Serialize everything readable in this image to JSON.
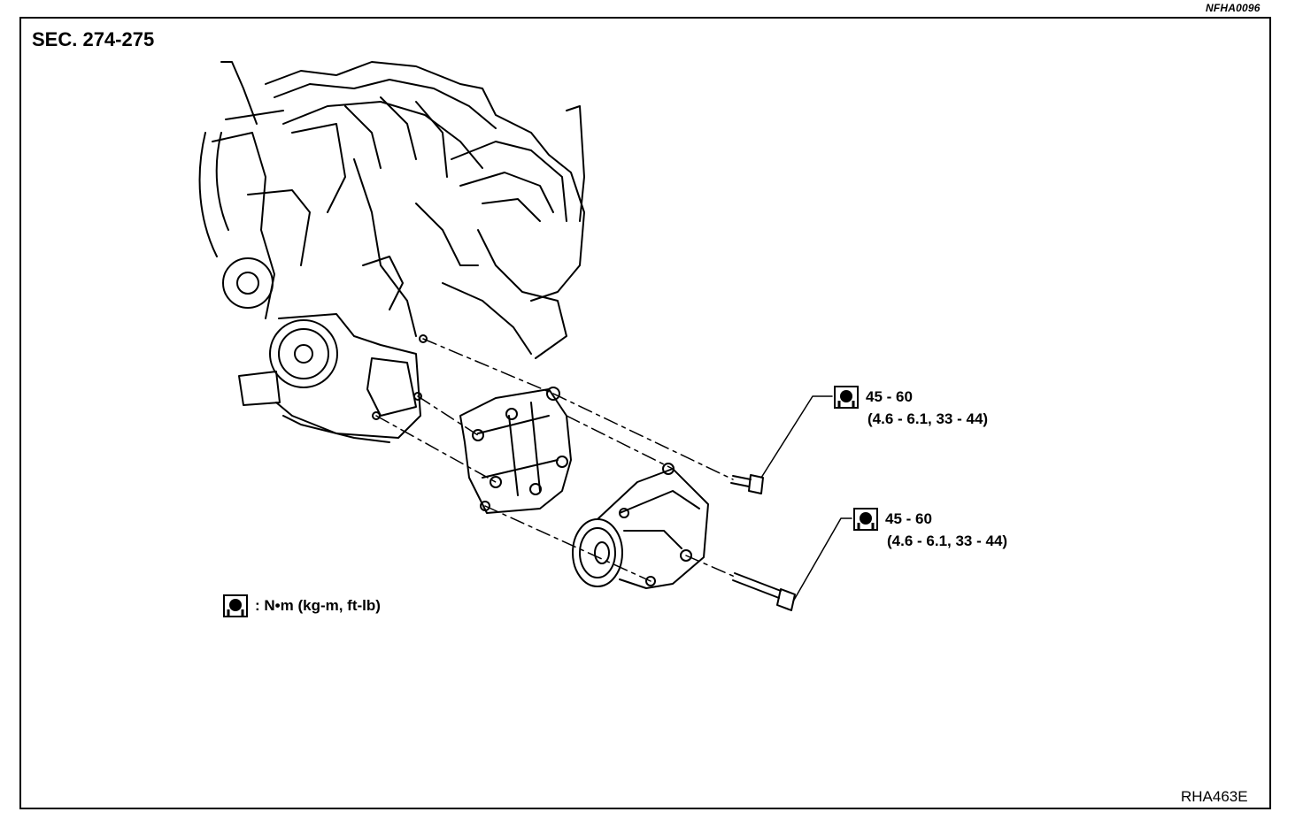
{
  "figure_code_top": "NFHA0096",
  "section_label": "SEC. 274-275",
  "figure_code_bottom": "RHA463E",
  "torque_callouts": [
    {
      "value": "45 - 60",
      "conversion": "(4.6 - 6.1, 33 - 44)"
    },
    {
      "value": "45 - 60",
      "conversion": "(4.6 - 6.1, 33 - 44)"
    }
  ],
  "legend": {
    "text": ": N•m (kg-m, ft-lb)"
  },
  "icons": {
    "torque": "torque-wrench-icon"
  },
  "colors": {
    "ink": "#000000",
    "paper": "#ffffff"
  }
}
